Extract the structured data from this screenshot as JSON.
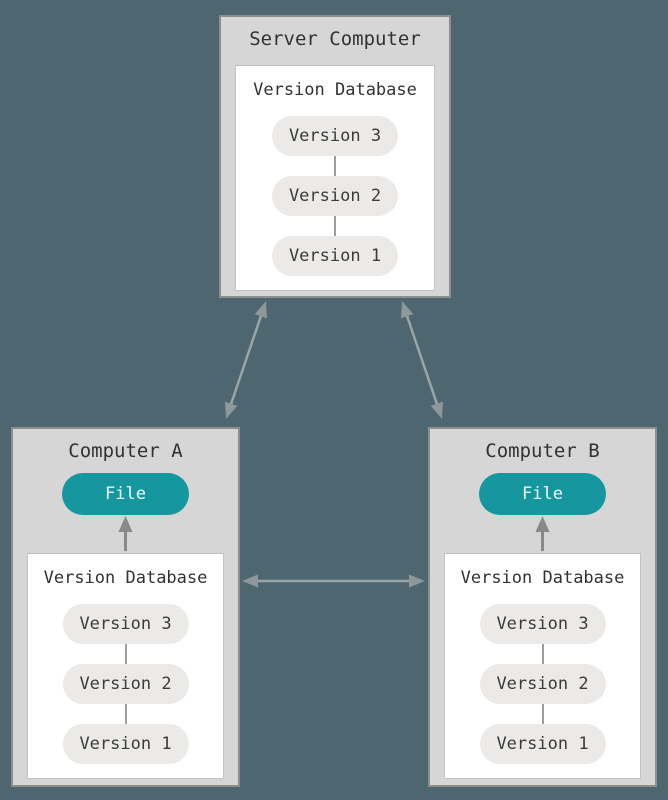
{
  "colors": {
    "background": "#4d6670",
    "box_fill": "#d6d6d6",
    "box_border": "#8e8e8e",
    "panel_fill": "#ffffff",
    "panel_border": "#c3c3c3",
    "pill_fill": "#ebeae8",
    "pill_text": "#3b3b3b",
    "title_text": "#323232",
    "file_fill": "#16969e",
    "file_text": "#ecfdfd",
    "arrow": "#9aa5a8",
    "arrow_head": "#8e989b",
    "inner_arrow": "#898989",
    "connector": "#9e9e9e"
  },
  "server": {
    "title": "Server Computer",
    "database": {
      "title": "Version Database",
      "versions": [
        "Version 3",
        "Version 2",
        "Version 1"
      ]
    }
  },
  "computer_a": {
    "title": "Computer A",
    "file_label": "File",
    "database": {
      "title": "Version Database",
      "versions": [
        "Version 3",
        "Version 2",
        "Version 1"
      ]
    }
  },
  "computer_b": {
    "title": "Computer B",
    "file_label": "File",
    "database": {
      "title": "Version Database",
      "versions": [
        "Version 3",
        "Version 2",
        "Version 1"
      ]
    }
  }
}
